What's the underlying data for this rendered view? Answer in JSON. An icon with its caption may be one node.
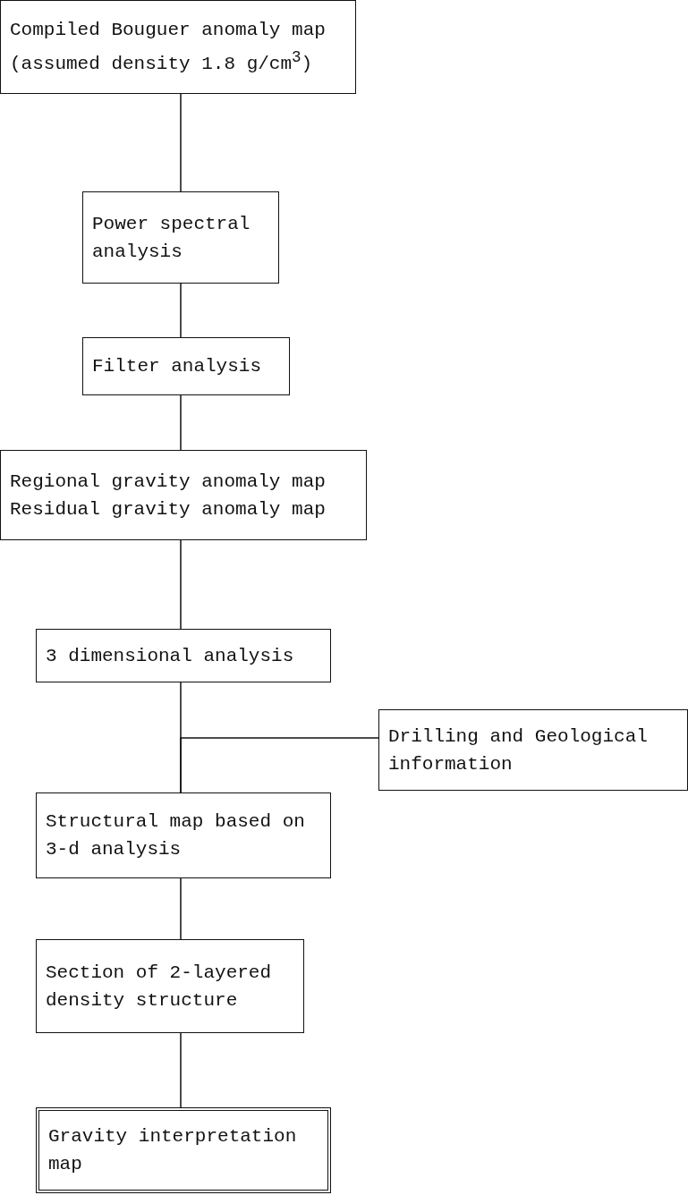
{
  "diagram": {
    "nodes": [
      {
        "text": [
          "Compiled Bouguer anomaly map (assumed density 1.8 g/cm$^{3}$)"
        ]
      },
      {
        "text": [
          "Power spectral analysis"
        ]
      },
      {
        "text": [
          "Filter analysis"
        ]
      },
      {
        "text": [
          "Regional gravity anomaly map Residual gravity anomaly map"
        ]
      },
      {
        "text": [
          "3 dimensional analysis"
        ]
      },
      {
        "text": [
          "Drilling and Geological information"
        ]
      },
      {
        "text": [
          "Structural map based on 3-d analysis"
        ]
      },
      {
        "text": [
          "Section of 2-layered density structure"
        ]
      },
      {
        "text": [
          "Gravity interpretation map"
        ]
      }
    ],
    "edges": [
      {
        "from": 0,
        "to": 1,
        "arrow": "none"
      },
      {
        "from": 1,
        "to": 2,
        "arrow": "none"
      },
      {
        "from": 2,
        "to": 3,
        "arrow": "none"
      },
      {
        "from": 3,
        "to": 4,
        "arrow": "none"
      },
      {
        "from": 4,
        "to": 6,
        "arrow": "none"
      },
      {
        "from": 5,
        "to": 6,
        "arrow": "none"
      },
      {
        "from": 6,
        "to": 7,
        "arrow": "none"
      },
      {
        "from": 7,
        "to": 8,
        "arrow": "none"
      }
    ]
  }
}
